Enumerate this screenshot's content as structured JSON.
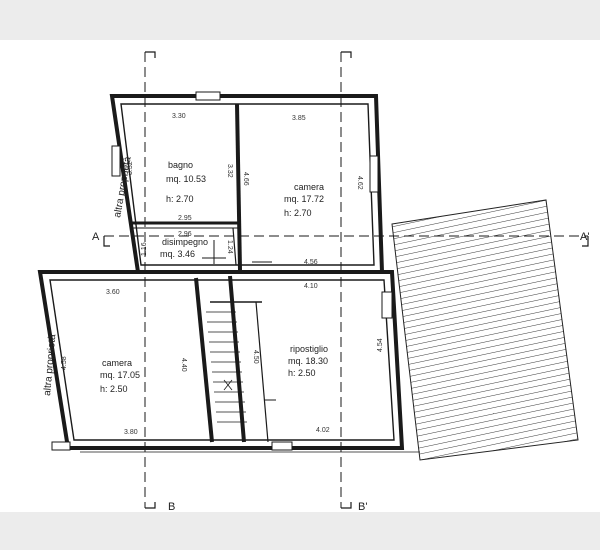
{
  "rooms": {
    "bagno": {
      "name": "bagno",
      "area": "mq. 10.53",
      "height": "h: 2.70"
    },
    "camera_top": {
      "name": "camera",
      "area": "mq. 17.72",
      "height": "h: 2.70"
    },
    "disimpegno": {
      "name": "disimpegno",
      "area": "mq. 3.46"
    },
    "camera_left": {
      "name": "camera",
      "area": "mq. 17.05",
      "height": "h: 2.50"
    },
    "ripostiglio": {
      "name": "ripostiglio",
      "area": "mq. 18.30",
      "height": "h: 2.50"
    }
  },
  "dimensions": {
    "bagno_top": "3.30",
    "bagno_left": "3.32",
    "bagno_right": "3.32",
    "bagno_bottom": "2.95",
    "camera_top_top": "3.85",
    "camera_top_left": "4.66",
    "camera_top_right": "4.62",
    "camera_top_bottom": "4.56",
    "disimpegno_top": "2.96",
    "disimpegno_left": "1.16",
    "disimpegno_right": "1.24",
    "camera_left_top": "3.60",
    "camera_left_left": "4.58",
    "camera_left_right": "4.40",
    "camera_left_bottom": "3.80",
    "ripostiglio_top": "4.10",
    "ripostiglio_left": "4.50",
    "ripostiglio_right": "4.54",
    "ripostiglio_bottom": "4.02"
  },
  "labels": {
    "altra_top": "altra proprietà",
    "altra_left": "altra proprietà",
    "section_a": "A",
    "section_a_prime": "A'",
    "section_b_prime": "B'",
    "section_b": "B"
  },
  "colors": {
    "line": "#1a1a1a",
    "paper": "#ffffff",
    "background": "#ececec"
  }
}
